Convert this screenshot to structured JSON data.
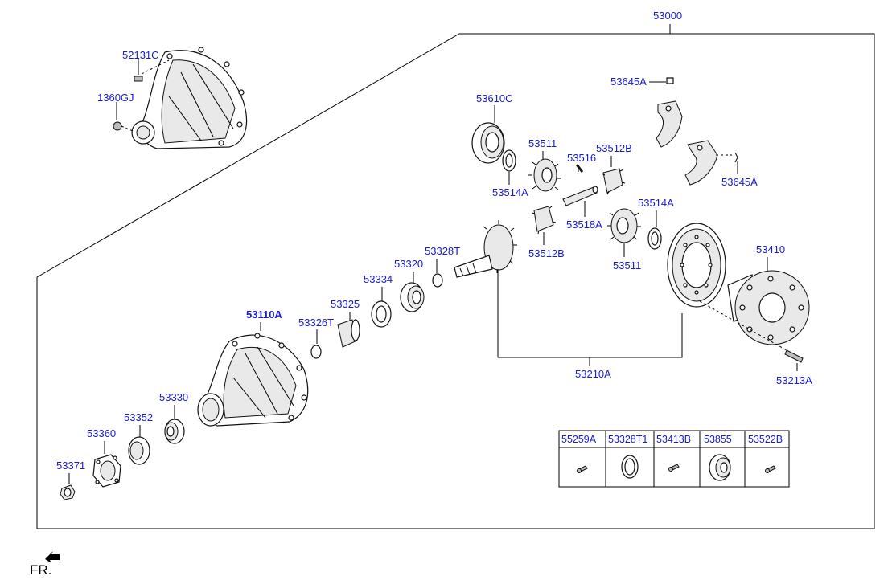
{
  "assembly_label": "53000",
  "labels": {
    "l52131C": "52131C",
    "l1360GJ": "1360GJ",
    "l53645A_top": "53645A",
    "l53610C": "53610C",
    "l53511_top": "53511",
    "l53512B_top": "53512B",
    "l53516": "53516",
    "l53514A_left": "53514A",
    "l53645A_right": "53645A",
    "l53518A": "53518A",
    "l53514A_right": "53514A",
    "l53512B_bottom": "53512B",
    "l53511_bottom": "53511",
    "l53410": "53410",
    "l53328T": "53328T",
    "l53320": "53320",
    "l53334": "53334",
    "l53325": "53325",
    "l53110A": "53110A",
    "l53326T": "53326T",
    "l53210A": "53210A",
    "l53213A": "53213A",
    "l53330": "53330",
    "l53352": "53352",
    "l53360": "53360",
    "l53371": "53371"
  },
  "parts_table": {
    "headers": [
      "55259A",
      "53328T1",
      "53413B",
      "53855",
      "53522B"
    ]
  },
  "direction_label": "FR."
}
